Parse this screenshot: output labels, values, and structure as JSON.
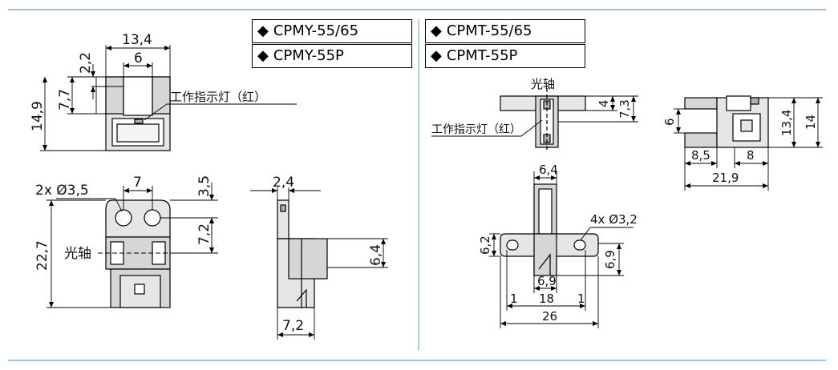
{
  "labels": {
    "cpmy_a": "CPMY-55/65",
    "cpmy_b": "CPMY-55P",
    "cpmt_a": "CPMT-55/65",
    "cpmt_b": "CPMT-55P",
    "diamond": "◆"
  },
  "annotations": {
    "indicator_left": "工作指示灯（红）",
    "indicator_right": "工作指示灯（红）",
    "optical_axis_left": "光轴",
    "optical_axis_right": "光轴"
  },
  "dimensions": {
    "cpmy": {
      "top_width": "13,4",
      "slot": "6",
      "depth_small": "2,2",
      "height_inner": "7,7",
      "height_total": "14,9",
      "holes": "2x  Ø3,5",
      "hole_pitch": "7",
      "hole_top": "3,5",
      "hole_to_axis": "7,2",
      "height_22": "22,7",
      "side_top": "2,4",
      "side_right": "6,4",
      "side_bottom": "7,2"
    },
    "cpmt": {
      "top_4": "4",
      "top_7": "7,3",
      "right_6": "6",
      "right_8_5": "8,5",
      "right_8": "8",
      "right_21_9": "21,9",
      "right_13_4": "13,4",
      "right_14": "14",
      "front_6_4": "6,4",
      "holes": "4x  Ø3,2",
      "front_6_2": "6,2",
      "front_6_9_r": "6,9",
      "front_6_9_b": "6,9",
      "front_1_l": "1",
      "front_18": "18",
      "front_1_r": "1",
      "front_26": "26"
    }
  },
  "colors": {
    "rule": "#7ab0d8",
    "line": "#000000",
    "fill": "#e6e6e6",
    "dark": "#b0b0b0"
  }
}
